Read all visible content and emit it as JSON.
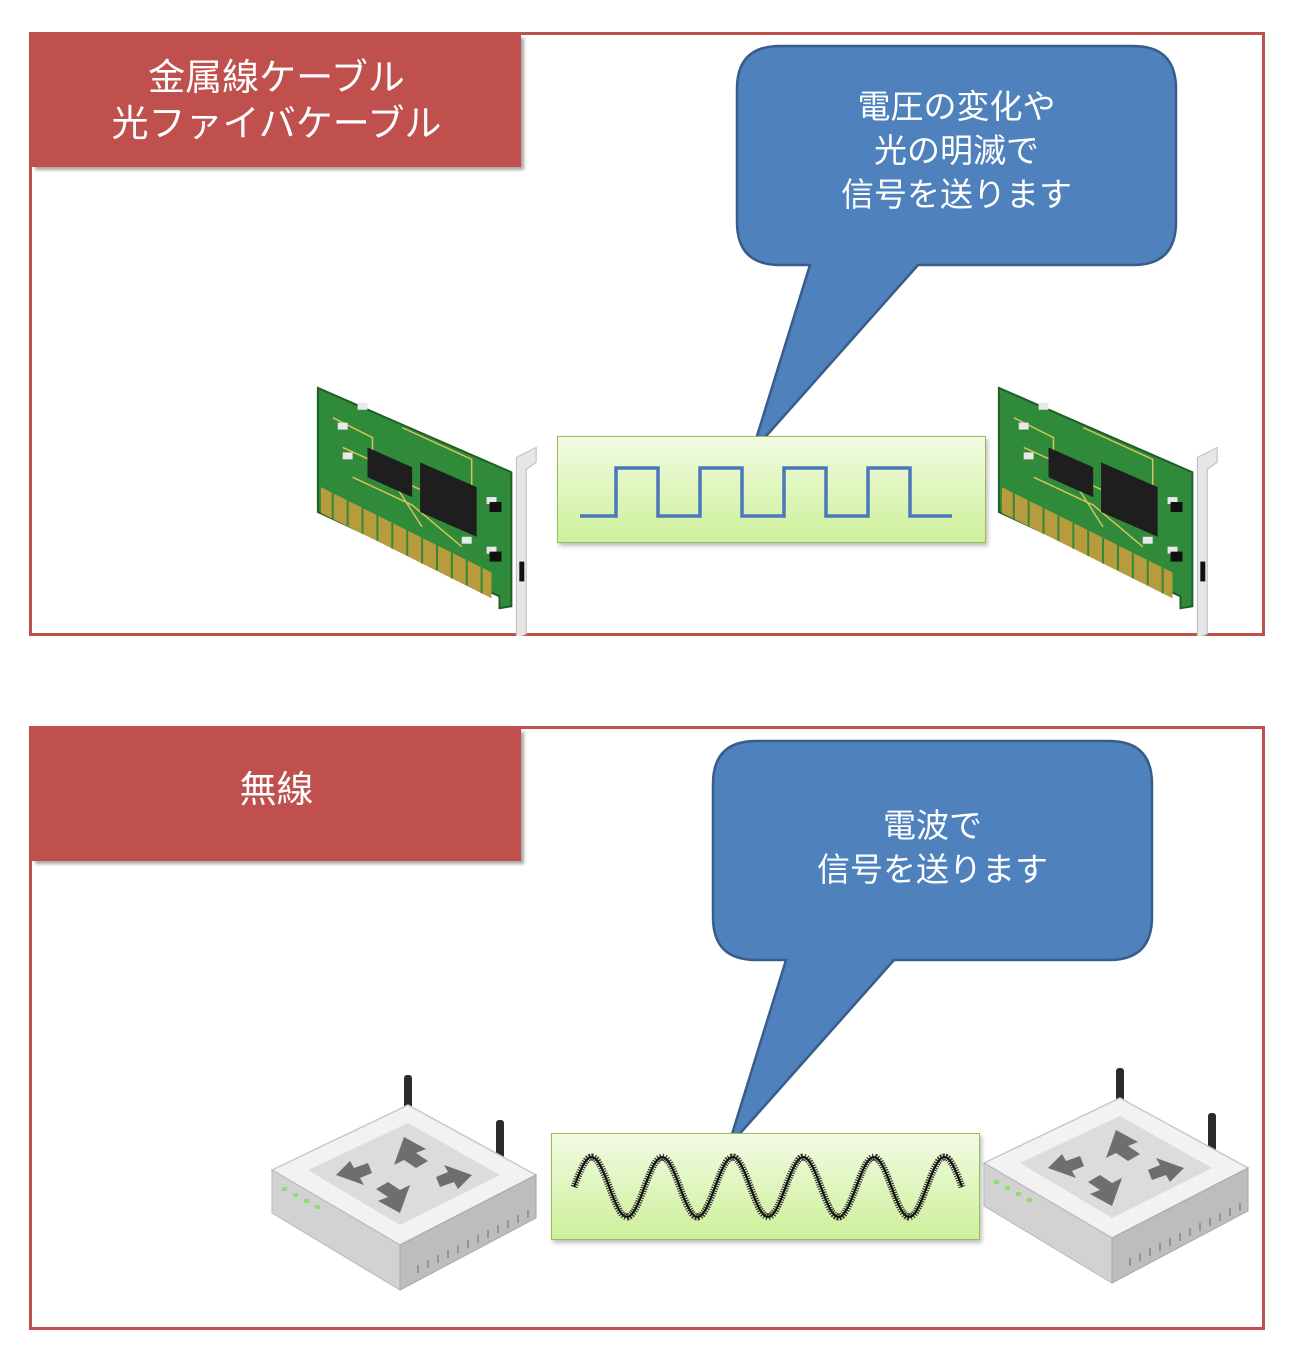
{
  "colors": {
    "panel_border": "#c0504d",
    "tab_fill": "#c0504d",
    "bubble_fill": "#4f81bd",
    "bubble_stroke": "#385d8a",
    "wave_box_fill": "#d7f3a8",
    "wave_line_square": "#4a78b9",
    "wave_line_sine": "#333333"
  },
  "panels": [
    {
      "tab_lines": [
        "金属線ケーブル",
        "光ファイバケーブル"
      ],
      "bubble_lines": [
        "電圧の変化や",
        "光の明滅で",
        "信号を送ります"
      ],
      "signal": "square-wave",
      "device_icon": "network-card-icon"
    },
    {
      "tab_lines": [
        "無線"
      ],
      "bubble_lines": [
        "電波で",
        "信号を送ります"
      ],
      "signal": "sine-wave",
      "device_icon": "wireless-router-icon"
    }
  ]
}
